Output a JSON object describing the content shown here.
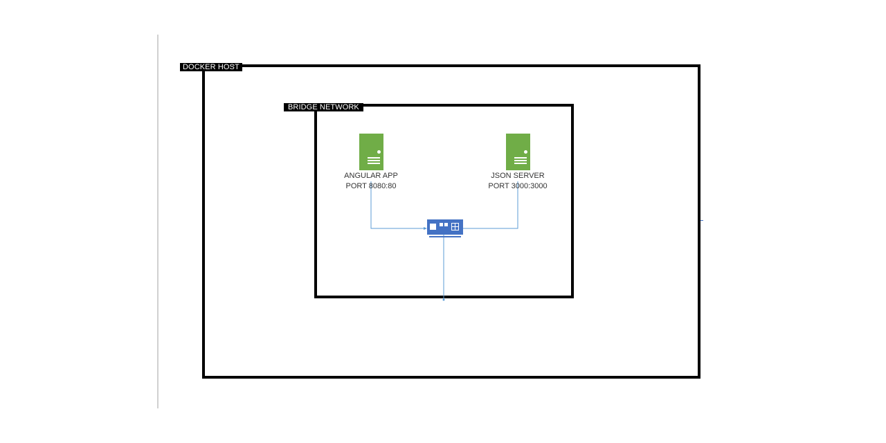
{
  "diagram": {
    "docker_host": {
      "label": "DOCKER HOST"
    },
    "bridge_network": {
      "label": "BRIDGE NETWORK"
    },
    "nodes": [
      {
        "id": "angular",
        "icon": "server-icon",
        "name": "ANGULAR APP",
        "port": "PORT 8080:80"
      },
      {
        "id": "json",
        "icon": "server-icon",
        "name": "JSON SERVER",
        "port": "PORT 3000:3000"
      }
    ],
    "switch": {
      "icon": "network-switch-icon"
    },
    "colors": {
      "server": "#70ad47",
      "switch": "#4472c4",
      "connector": "#5b9bd5",
      "border": "#000000"
    }
  }
}
